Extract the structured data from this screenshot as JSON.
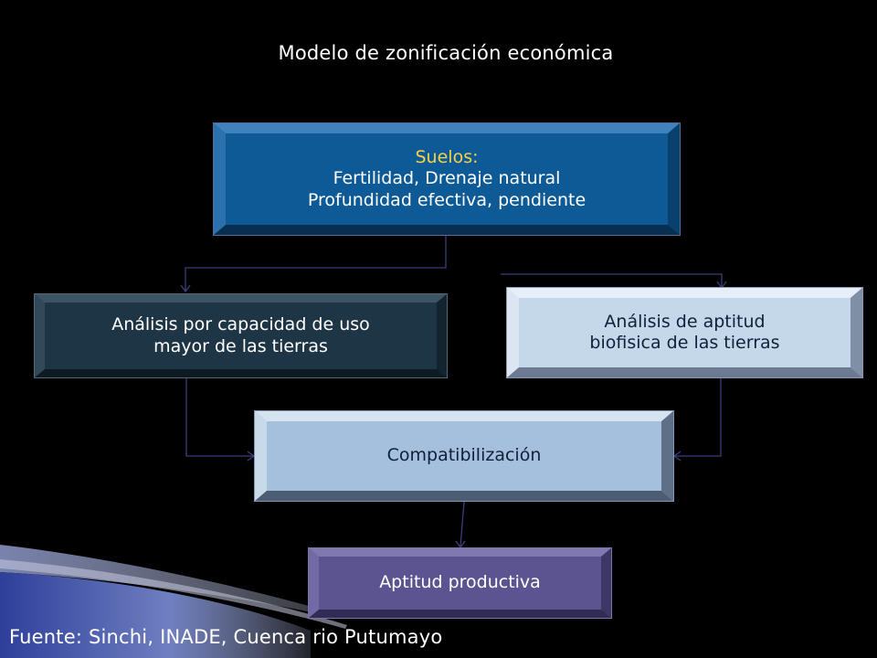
{
  "title": "Modelo de zonificación económica",
  "diagram": {
    "suelos": {
      "heading": "Suelos:",
      "line1": "Fertilidad, Drenaje natural",
      "line2": "Profundidad efectiva, pendiente"
    },
    "capacidad": {
      "line1": "Análisis por capacidad de uso",
      "line2": "mayor de las tierras"
    },
    "aptitud_biofisica": {
      "line1": "Análisis de aptitud",
      "line2": "biofisica  de las tierras"
    },
    "compatibilizacion": {
      "label": "Compatibilización"
    },
    "aptitud_productiva": {
      "label": "Aptitud productiva"
    }
  },
  "source": "Fuente: Sinchi, INADE, Cuenca rio Putumayo",
  "colors": {
    "background": "#000000",
    "suelos_face": "#0d5a96",
    "suelos_heading": "#f5d24a",
    "capacidad_face": "#1e3545",
    "aptitud_biofisica_face": "#c5d8ea",
    "compatibilizacion_face": "#a4c0dc",
    "aptitud_productiva_face": "#5c5490",
    "connector": "#3b3f78"
  }
}
